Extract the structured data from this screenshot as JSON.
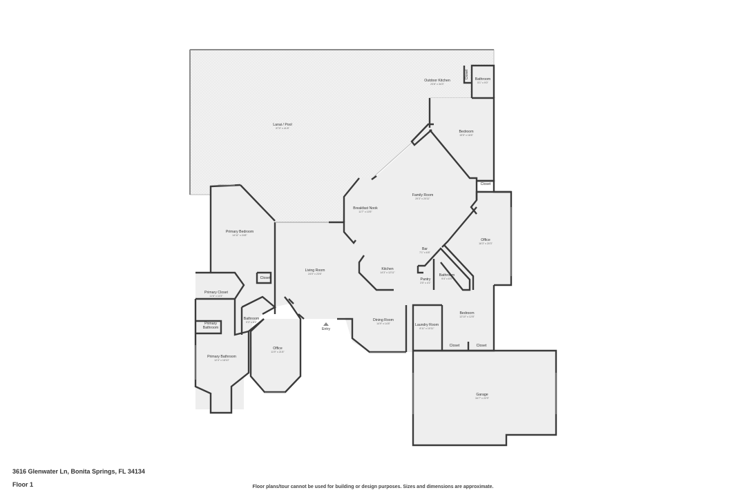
{
  "plan": {
    "address": "3616 Glenwater Ln, Bonita Springs, FL 34134",
    "floor": "Floor 1",
    "disclaimer": "Floor plans/tour cannot be used for building or design purposes. Sizes and dimensions are approximate.",
    "entry_label": "Entry"
  },
  "rooms": [
    {
      "id": "lanai",
      "name": "Lanai / Pool",
      "dims": "97'0\" x 41'8\""
    },
    {
      "id": "outdoor-kitchen",
      "name": "Outdoor Kitchen",
      "dims": "23'8\" x 34'3\""
    },
    {
      "id": "bathroom-outdoor",
      "name": "Bathroom",
      "dims": "5'1\" x 9'0\""
    },
    {
      "id": "closet-outdoor",
      "name": "Closet",
      "dims": ""
    },
    {
      "id": "bedroom-ne",
      "name": "Bedroom",
      "dims": "15'5\" x 16'6\""
    },
    {
      "id": "closet-ne",
      "name": "Closet",
      "dims": ""
    },
    {
      "id": "family-room",
      "name": "Family Room",
      "dims": "29'3\" x 20'11\""
    },
    {
      "id": "breakfast-nook",
      "name": "Breakfast Nook",
      "dims": "11'7\" x 10'5\""
    },
    {
      "id": "office-east",
      "name": "Office",
      "dims": "16'3\" x 20'3\""
    },
    {
      "id": "bar",
      "name": "Bar",
      "dims": "7'1\" x 6'8\""
    },
    {
      "id": "kitchen",
      "name": "Kitchen",
      "dims": "14'3\" x 12'11\""
    },
    {
      "id": "pantry",
      "name": "Pantry",
      "dims": "3'5\" x 4'1\""
    },
    {
      "id": "bathroom-mid",
      "name": "Bathroom",
      "dims": "9'4\" x 6'5\""
    },
    {
      "id": "primary-bedroom",
      "name": "Primary Bedroom",
      "dims": "14'11\" x 24'8\""
    },
    {
      "id": "closet-primary",
      "name": "Closet",
      "dims": ""
    },
    {
      "id": "living-room",
      "name": "Living Room",
      "dims": "24'0\" x 23'6\""
    },
    {
      "id": "primary-closet",
      "name": "Primary Closet",
      "dims": "11'6\" x 11'5\""
    },
    {
      "id": "primary-bathroom-small",
      "name": "Primary Bathroom",
      "dims": ""
    },
    {
      "id": "bathroom-west",
      "name": "Bathroom",
      "dims": "9'3\" x 6'4\""
    },
    {
      "id": "primary-bathroom",
      "name": "Primary Bathroom",
      "dims": "12'4\" x 18'10\""
    },
    {
      "id": "office-west",
      "name": "Office",
      "dims": "11'9\" x 21'8\""
    },
    {
      "id": "dining-room",
      "name": "Dining Room",
      "dims": "14'9\" x 14'8\""
    },
    {
      "id": "laundry-room",
      "name": "Laundry Room",
      "dims": "8'11\" x 10'11\""
    },
    {
      "id": "bedroom-se",
      "name": "Bedroom",
      "dims": "12'10\" x 12'8\""
    },
    {
      "id": "closet-se-1",
      "name": "Closet",
      "dims": ""
    },
    {
      "id": "closet-se-2",
      "name": "Closet",
      "dims": ""
    },
    {
      "id": "garage",
      "name": "Garage",
      "dims": "34'7\" x 22'9\""
    }
  ]
}
